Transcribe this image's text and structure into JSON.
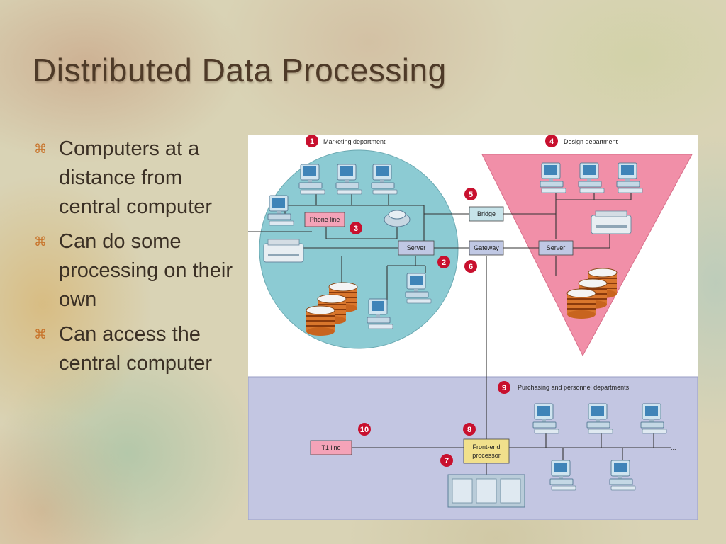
{
  "slide": {
    "title": "Distributed Data Processing",
    "bullet_marker": "⌘",
    "bullets": [
      "Computers at a distance from central computer",
      "Can do some processing on their own",
      "Can access the central computer"
    ]
  },
  "diagram": {
    "regions": {
      "marketing": "Marketing department",
      "design": "Design department",
      "purchasing": "Purchasing and personnel departments"
    },
    "boxes": {
      "phone_line": "Phone line",
      "server_left": "Server",
      "bridge": "Bridge",
      "gateway": "Gateway",
      "server_right": "Server",
      "t1_line": "T1 line",
      "front_end_1": "Front-end",
      "front_end_2": "processor"
    },
    "numbers": [
      "1",
      "2",
      "3",
      "4",
      "5",
      "6",
      "7",
      "8",
      "9",
      "10"
    ],
    "colors": {
      "marketing_fill": "#8ccbd3",
      "design_fill": "#f18fa8",
      "purchasing_fill": "#c3c6e2",
      "number_badge": "#c8102e",
      "phone_line_box": "#f4a3b8",
      "t1_line_box": "#f4a3b8",
      "server_box": "#c0c8e4",
      "front_end_box": "#f1e08c"
    }
  }
}
